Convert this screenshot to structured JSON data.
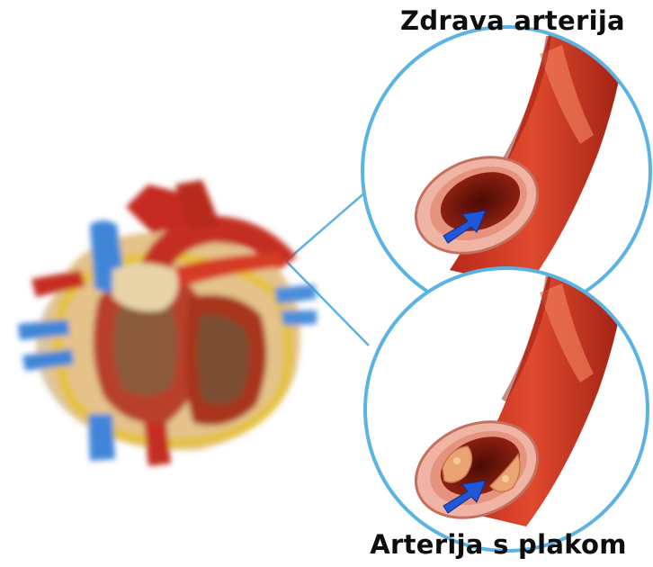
{
  "labels": {
    "healthy": "Zdrava arterija",
    "plaque": "Arterija s plakom"
  },
  "colors": {
    "ring": "#5ab3e3",
    "artery": "#c8321f",
    "artery_dark": "#8e1c10",
    "lumen": "#6e1408",
    "wall": "#f0b4a4",
    "plaque": "#e8a070",
    "arrow": "#1f57d6",
    "vein": "#3f86d8"
  },
  "icons": [
    "heart-illustration",
    "healthy-artery",
    "plaque-artery",
    "flow-arrow-icon"
  ]
}
